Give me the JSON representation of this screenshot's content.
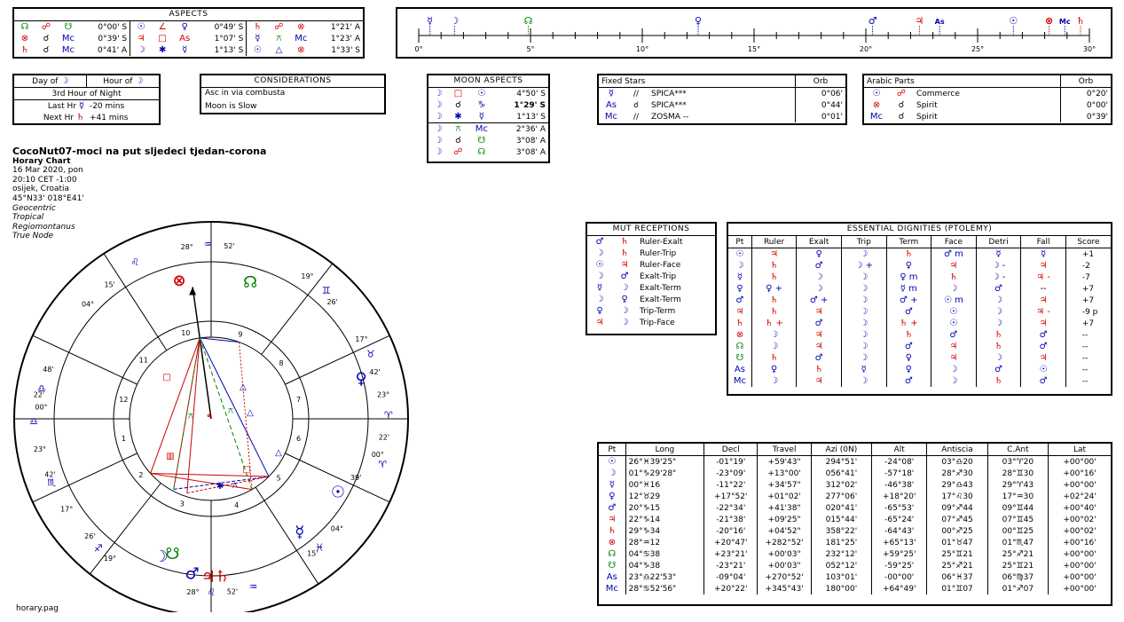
{
  "aspects": {
    "title": "ASPECTS",
    "rows": [
      [
        {
          "p1": "☊",
          "c1": "g",
          "a": "☍",
          "ac": "r",
          "p2": "☋",
          "c2": "g",
          "orb": "0°00' S"
        },
        {
          "p1": "☉",
          "c1": "b",
          "a": "∠",
          "ac": "r",
          "p2": "♀",
          "c2": "b",
          "orb": "0°49' S"
        },
        {
          "p1": "♄",
          "c1": "r",
          "a": "☍",
          "ac": "r",
          "p2": "⊗",
          "c2": "r",
          "orb": "1°21' A"
        }
      ],
      [
        {
          "p1": "⊗",
          "c1": "r",
          "a": "☌",
          "ac": "k",
          "p2": "Mc",
          "c2": "b",
          "orb": "0°39' S"
        },
        {
          "p1": "♃",
          "c1": "r",
          "a": "□",
          "ac": "r",
          "p2": "As",
          "c2": "r",
          "orb": "1°07' S"
        },
        {
          "p1": "☿",
          "c1": "b",
          "a": "⚻",
          "ac": "g",
          "p2": "Mc",
          "c2": "b",
          "orb": "1°23' A"
        }
      ],
      [
        {
          "p1": "♄",
          "c1": "r",
          "a": "☌",
          "ac": "k",
          "p2": "Mc",
          "c2": "b",
          "orb": "0°41' A"
        },
        {
          "p1": "☽",
          "c1": "b",
          "a": "✱",
          "ac": "b",
          "p2": "☿",
          "c2": "b",
          "orb": "1°13' S"
        },
        {
          "p1": "☉",
          "c1": "b",
          "a": "△",
          "ac": "b",
          "p2": "⊗",
          "c2": "r",
          "orb": "1°33' S"
        }
      ]
    ]
  },
  "ruler_strip": {
    "ticks": [
      "0°",
      "5°",
      "10°",
      "15°",
      "20°",
      "25°",
      "30°"
    ],
    "planets": [
      {
        "sym": "☿",
        "deg": 0.5,
        "color": "#0000b0"
      },
      {
        "sym": "☽",
        "deg": 1.6,
        "color": "#0000b0"
      },
      {
        "sym": "☊",
        "deg": 4.9,
        "color": "#008000"
      },
      {
        "sym": "♀",
        "deg": 12.5,
        "color": "#0000b0"
      },
      {
        "sym": "♂",
        "deg": 20.3,
        "color": "#0000b0"
      },
      {
        "sym": "♃",
        "deg": 22.4,
        "color": "#d00000"
      },
      {
        "sym": "As",
        "deg": 23.3,
        "color": "#0000b0"
      },
      {
        "sym": "☉",
        "deg": 26.6,
        "color": "#0000b0"
      },
      {
        "sym": "⊗",
        "deg": 28.2,
        "color": "#d00000"
      },
      {
        "sym": "Mc",
        "deg": 28.9,
        "color": "#0000b0"
      },
      {
        "sym": "♄",
        "deg": 29.6,
        "color": "#d00000"
      }
    ]
  },
  "hours": {
    "day_of_label": "Day of",
    "day_of_sym": "☽",
    "hour_of_label": "Hour of",
    "hour_of_sym": "☽",
    "current": "3rd Hour of Night",
    "last_label": "Last Hr",
    "last_sym": "☿",
    "last_val": "-20 mins",
    "next_label": "Next Hr",
    "next_sym": "♄",
    "next_val": "+41 mins"
  },
  "considerations": {
    "title": "CONSIDERATIONS",
    "items": [
      "Asc in via combusta",
      "Moon is Slow"
    ]
  },
  "moon_aspects": {
    "title": "MOON ASPECTS",
    "rows": [
      {
        "a": "□",
        "ac": "r",
        "p": "☉",
        "pc": "b",
        "orb": "4°50' S",
        "bold": false
      },
      {
        "a": "☌",
        "ac": "k",
        "p": "♑",
        "pc": "b",
        "orb": "1°29' S",
        "bold": true
      },
      {
        "a": "✱",
        "ac": "b",
        "p": "☿",
        "pc": "b",
        "orb": "1°13' S",
        "bold": false
      },
      {
        "a": "⚻",
        "ac": "g",
        "p": "Mc",
        "pc": "b",
        "orb": "2°36' A",
        "bold": false
      },
      {
        "a": "☌",
        "ac": "k",
        "p": "☋",
        "pc": "g",
        "orb": "3°08' A",
        "bold": false
      },
      {
        "a": "☍",
        "ac": "r",
        "p": "☊",
        "pc": "g",
        "orb": "3°08' A",
        "bold": false
      }
    ]
  },
  "fixed_stars": {
    "title": "Fixed Stars",
    "orb_label": "Orb",
    "rows": [
      {
        "p": "☿",
        "pc": "b",
        "a": "//",
        "star": "SPICA***",
        "orb": "0°06'"
      },
      {
        "p": "As",
        "pc": "b",
        "a": "☌",
        "star": "SPICA***",
        "orb": "0°44'"
      },
      {
        "p": "Mc",
        "pc": "b",
        "a": "//",
        "star": "ZOSMA --",
        "orb": "0°01'"
      }
    ]
  },
  "arabic_parts": {
    "title": "Arabic Parts",
    "orb_label": "Orb",
    "rows": [
      {
        "p": "☉",
        "pc": "b",
        "a": "☍",
        "ac": "r",
        "name": "Commerce",
        "orb": "0°20'"
      },
      {
        "p": "⊗",
        "pc": "r",
        "a": "☌",
        "ac": "k",
        "name": "Spirit",
        "orb": "0°00'"
      },
      {
        "p": "Mc",
        "pc": "b",
        "a": "☌",
        "ac": "k",
        "name": "Spirit",
        "orb": "0°39'"
      }
    ]
  },
  "chart_info": {
    "title": "CocoNut07-moci na put sljedeci tjedan-corona",
    "type": "Horary Chart",
    "date": "16 Mar 2020, pon",
    "time": "20:10  CET -1:00",
    "place": "osijek, Croatia",
    "coords": "45°N33' 018°E41'",
    "opts": [
      "Geocentric",
      "Tropical",
      "Regiomontanus",
      "True Node"
    ]
  },
  "wheel": {
    "cusp_labels": [
      {
        "text": "28°",
        "a": -98,
        "r": 196
      },
      {
        "text": "♒",
        "a": -91,
        "r": 196,
        "c": "#0000b0"
      },
      {
        "text": "52'",
        "a": -84,
        "r": 196
      },
      {
        "text": "♌",
        "a": -116,
        "r": 196,
        "c": "#0000b0"
      },
      {
        "text": "15'",
        "a": -127,
        "r": 190
      },
      {
        "text": "04°",
        "a": -137,
        "r": 190
      },
      {
        "text": "48'",
        "a": -163,
        "r": 192
      },
      {
        "text": "♎",
        "a": -170,
        "r": 194,
        "c": "#0000b0"
      },
      {
        "text": "00°",
        "a": -176,
        "r": 192
      },
      {
        "text": "23°",
        "a": 170,
        "r": 196
      },
      {
        "text": "♎",
        "a": 179,
        "r": 200,
        "c": "#0000b0"
      },
      {
        "text": "22'",
        "a": -172,
        "r": 196
      },
      {
        "text": "17°",
        "a": 148,
        "r": 192
      },
      {
        "text": "♏",
        "a": 158,
        "r": 194,
        "c": "#0000b0"
      },
      {
        "text": "42'",
        "a": 161,
        "r": 192
      },
      {
        "text": "19°",
        "a": 126,
        "r": 194
      },
      {
        "text": "♐",
        "a": 131,
        "r": 194,
        "c": "#0000b0"
      },
      {
        "text": "26'",
        "a": 136,
        "r": 190
      },
      {
        "text": "28°",
        "a": 96,
        "r": 196
      },
      {
        "text": "♌",
        "a": 90,
        "r": 196,
        "c": "#0000b0"
      },
      {
        "text": "52'",
        "a": 83,
        "r": 196
      },
      {
        "text": "♒",
        "a": 76,
        "r": 196,
        "c": "#0000b0"
      },
      {
        "text": "15'",
        "a": 53,
        "r": 190
      },
      {
        "text": "04°",
        "a": 41,
        "r": 188
      },
      {
        "text": "♓",
        "a": 50,
        "r": 190,
        "c": "#0000b0"
      },
      {
        "text": "39'",
        "a": 22,
        "r": 176
      },
      {
        "text": "♈",
        "a": 15,
        "r": 200,
        "c": "#0000b0"
      },
      {
        "text": "00°",
        "a": 12,
        "r": 192
      },
      {
        "text": "23°",
        "a": -8,
        "r": 196
      },
      {
        "text": "♈",
        "a": -1,
        "r": 200,
        "c": "#0000b0"
      },
      {
        "text": "22'",
        "a": 6,
        "r": 196
      },
      {
        "text": "17°",
        "a": -28,
        "r": 192
      },
      {
        "text": "♉",
        "a": -22,
        "r": 194,
        "c": "#0000b0"
      },
      {
        "text": "42'",
        "a": -16,
        "r": 192
      },
      {
        "text": "19°",
        "a": -56,
        "r": 194
      },
      {
        "text": "♊",
        "a": -48,
        "r": 194,
        "c": "#0000b0"
      },
      {
        "text": "26'",
        "a": -44,
        "r": 190
      }
    ],
    "house_numbers": [
      "1",
      "2",
      "3",
      "4",
      "5",
      "6",
      "7",
      "8",
      "9",
      "10",
      "11",
      "12"
    ],
    "footer": "horary.pag"
  },
  "mut_receptions": {
    "title": "MUT RECEPTIONS",
    "rows": [
      {
        "p1": "♂",
        "c1": "b",
        "p2": "♄",
        "c2": "r",
        "type": "Ruler-Exalt"
      },
      {
        "p1": "☽",
        "c1": "b",
        "p2": "♄",
        "c2": "r",
        "type": "Ruler-Trip"
      },
      {
        "p1": "☉",
        "c1": "b",
        "p2": "♃",
        "c2": "r",
        "type": "Ruler-Face"
      },
      {
        "p1": "☽",
        "c1": "b",
        "p2": "♂",
        "c2": "b",
        "type": "Exalt-Trip"
      },
      {
        "p1": "☿",
        "c1": "b",
        "p2": "☽",
        "c2": "b",
        "type": "Exalt-Term"
      },
      {
        "p1": "☽",
        "c1": "b",
        "p2": "♀",
        "c2": "b",
        "type": "Exalt-Term"
      },
      {
        "p1": "♀",
        "c1": "b",
        "p2": "☽",
        "c2": "b",
        "type": "Trip-Term"
      },
      {
        "p1": "♃",
        "c1": "r",
        "p2": "☽",
        "c2": "b",
        "type": "Trip-Face"
      }
    ]
  },
  "dignities": {
    "title": "ESSENTIAL DIGNITIES (PTOLEMY)",
    "headers": [
      "Pt",
      "Ruler",
      "Exalt",
      "Trip",
      "Term",
      "Face",
      "Detri",
      "Fall",
      "Score"
    ],
    "rows": [
      {
        "pt": "☉",
        "pc": "b",
        "cells": [
          "♃",
          "♀",
          "☽",
          "♄",
          "♂ m",
          "☿",
          "☿"
        ],
        "cc": [
          "r",
          "b",
          "b",
          "r",
          "b",
          "b",
          "b"
        ],
        "sc": "+1"
      },
      {
        "pt": "☽",
        "pc": "b",
        "cells": [
          "♄",
          "♂",
          "☽ +",
          "♀",
          "♃",
          "☽ -",
          "♃"
        ],
        "cc": [
          "r",
          "b",
          "b",
          "b",
          "r",
          "b",
          "r"
        ],
        "sc": "-2"
      },
      {
        "pt": "☿",
        "pc": "b",
        "cells": [
          "♄",
          "☽",
          "☽",
          "♀ m",
          "♄",
          "☽ -",
          "♃ -"
        ],
        "cc": [
          "r",
          "b",
          "b",
          "b",
          "r",
          "b",
          "r"
        ],
        "sc": "-7"
      },
      {
        "pt": "♀",
        "pc": "b",
        "cells": [
          "♀ +",
          "☽",
          "☽",
          "☿ m",
          "☽",
          "♂",
          "--"
        ],
        "cc": [
          "b",
          "b",
          "b",
          "b",
          "b",
          "b",
          "k"
        ],
        "sc": "+7"
      },
      {
        "pt": "♂",
        "pc": "b",
        "cells": [
          "♄",
          "♂ +",
          "☽",
          "♂ +",
          "☉ m",
          "☽",
          "♃"
        ],
        "cc": [
          "r",
          "b",
          "b",
          "b",
          "b",
          "b",
          "r"
        ],
        "sc": "+7"
      },
      {
        "pt": "♃",
        "pc": "r",
        "cells": [
          "♄",
          "♃",
          "☽",
          "♂",
          "☉",
          "☽",
          "♃ -"
        ],
        "cc": [
          "r",
          "r",
          "b",
          "b",
          "b",
          "b",
          "r"
        ],
        "sc": "-9 p"
      },
      {
        "pt": "♄",
        "pc": "r",
        "cells": [
          "♄ +",
          "♂",
          "☽",
          "♄ +",
          "☉",
          "☽",
          "♃"
        ],
        "cc": [
          "r",
          "b",
          "b",
          "r",
          "b",
          "b",
          "r"
        ],
        "sc": "+7"
      },
      {
        "pt": "⊗",
        "pc": "r",
        "cells": [
          "☽",
          "♃",
          "☽",
          "♄",
          "♂",
          "♄",
          "♂"
        ],
        "cc": [
          "b",
          "r",
          "b",
          "r",
          "b",
          "r",
          "b"
        ],
        "sc": "--"
      },
      {
        "pt": "☊",
        "pc": "g",
        "cells": [
          "☽",
          "♃",
          "☽",
          "♂",
          "♃",
          "♄",
          "♂"
        ],
        "cc": [
          "b",
          "r",
          "b",
          "b",
          "r",
          "r",
          "b"
        ],
        "sc": "--"
      },
      {
        "pt": "☋",
        "pc": "g",
        "cells": [
          "♄",
          "♂",
          "☽",
          "♀",
          "♃",
          "☽",
          "♃"
        ],
        "cc": [
          "r",
          "b",
          "b",
          "b",
          "r",
          "b",
          "r"
        ],
        "sc": "--"
      },
      {
        "pt": "As",
        "pc": "b",
        "cells": [
          "♀",
          "♄",
          "☿",
          "♀",
          "☽",
          "♂",
          "☉"
        ],
        "cc": [
          "b",
          "r",
          "b",
          "b",
          "b",
          "b",
          "b"
        ],
        "sc": "--"
      },
      {
        "pt": "Mc",
        "pc": "b",
        "cells": [
          "☽",
          "♃",
          "☽",
          "♂",
          "☽",
          "♄",
          "♂"
        ],
        "cc": [
          "b",
          "r",
          "b",
          "b",
          "b",
          "r",
          "b"
        ],
        "sc": "--"
      }
    ]
  },
  "positions": {
    "headers": [
      "Pt",
      "Long",
      "Decl",
      "Travel",
      "Azi (0N)",
      "Alt",
      "Antiscia",
      "C.Ant",
      "Lat"
    ],
    "rows": [
      {
        "pt": "☉",
        "pc": "b",
        "v": [
          "26°♓39'25\"",
          "-01°19'",
          "+59'43\"",
          "294°51'",
          "-24°08'",
          "03°♎20",
          "03°♈20",
          "+00°00'"
        ]
      },
      {
        "pt": "☽",
        "pc": "b",
        "v": [
          "01°♑29'28\"",
          "-23°09'",
          "+13°00'",
          "056°41'",
          "-57°18'",
          "28°♐30",
          "28°♊30",
          "+00°16'"
        ]
      },
      {
        "pt": "☿",
        "pc": "b",
        "v": [
          "00°♓16",
          "-11°22'",
          "+34'57\"",
          "312°02'",
          "-46°38'",
          "29°♎43",
          "29°♈43",
          "+00°00'"
        ]
      },
      {
        "pt": "♀",
        "pc": "b",
        "v": [
          "12°♉29",
          "+17°52'",
          "+01°02'",
          "277°06'",
          "+18°20'",
          "17°♌30",
          "17°♒30",
          "+02°24'"
        ]
      },
      {
        "pt": "♂",
        "pc": "b",
        "v": [
          "20°♑15",
          "-22°34'",
          "+41'38\"",
          "020°41'",
          "-65°53'",
          "09°♐44",
          "09°♊44",
          "+00°40'"
        ]
      },
      {
        "pt": "♃",
        "pc": "r",
        "v": [
          "22°♑14",
          "-21°38'",
          "+09'25\"",
          "015°44'",
          "-65°24'",
          "07°♐45",
          "07°♊45",
          "+00°02'"
        ]
      },
      {
        "pt": "♄",
        "pc": "r",
        "v": [
          "29°♑34",
          "-20°16'",
          "+04'52\"",
          "358°22'",
          "-64°43'",
          "00°♐25",
          "00°♊25",
          "+00°02'"
        ]
      },
      {
        "pt": "⊗",
        "pc": "r",
        "v": [
          "28°♒12",
          "+20°47'",
          "+282°52'",
          "181°25'",
          "+65°13'",
          "01°♉47",
          "01°♏47",
          "+00°16'"
        ]
      },
      {
        "pt": "☊",
        "pc": "g",
        "v": [
          "04°♋38",
          "+23°21'",
          "+00'03\"",
          "232°12'",
          "+59°25'",
          "25°♊21",
          "25°♐21",
          "+00°00'"
        ]
      },
      {
        "pt": "☋",
        "pc": "g",
        "v": [
          "04°♑38",
          "-23°21'",
          "+00'03\"",
          "052°12'",
          "-59°25'",
          "25°♐21",
          "25°♊21",
          "+00°00'"
        ]
      },
      {
        "pt": "As",
        "pc": "b",
        "v": [
          "23°♎22'53\"",
          "-09°04'",
          "+270°52'",
          "103°01'",
          "-00°00'",
          "06°♓37",
          "06°♍37",
          "+00°00'"
        ]
      },
      {
        "pt": "Mc",
        "pc": "b",
        "v": [
          "28°♋52'56\"",
          "+20°22'",
          "+345°43'",
          "180°00'",
          "+64°49'",
          "01°♊07",
          "01°♐07",
          "+00°00'"
        ]
      }
    ]
  }
}
